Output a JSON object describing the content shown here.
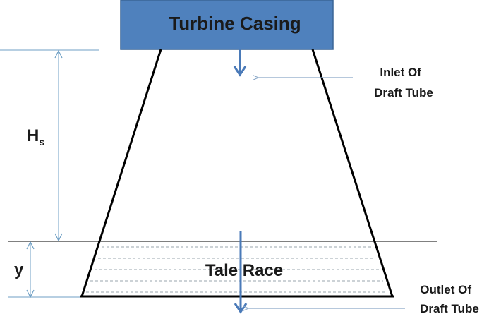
{
  "casing": {
    "label": "Turbine Casing"
  },
  "labels": {
    "hs_main": "H",
    "hs_sub": "s",
    "y": "y",
    "tail_race": "Tale Race",
    "inlet_line1": "Inlet Of",
    "inlet_line2": "Draft Tube",
    "outlet_line1": "Outlet Of",
    "outlet_line2": "Draft Tube"
  },
  "colors": {
    "casing_fill": "#4f81bd",
    "casing_stroke": "#3a6596",
    "arrow": "#4a7ab8",
    "dimension": "#6f9fc4",
    "pointer": "#8aa8c8",
    "water_dash": "#9aa4ae",
    "tube": "#000000"
  }
}
